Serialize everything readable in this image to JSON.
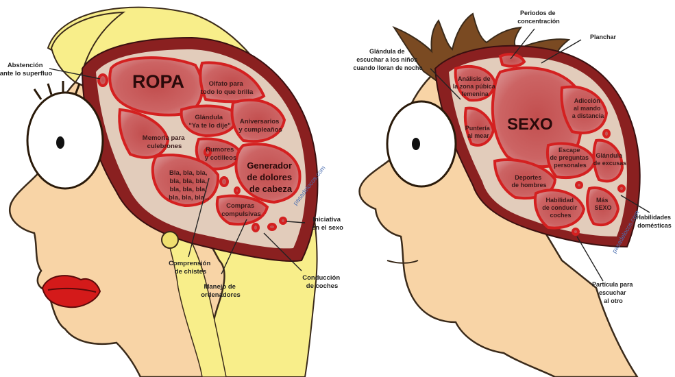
{
  "left_panel": {
    "main_label": "ROPA",
    "regions": {
      "olfato": [
        "Olfato para",
        "todo lo que brilla"
      ],
      "glandula": [
        "Glándula",
        "\"Ya te lo dije\""
      ],
      "aniversarios": [
        "Aniversarios",
        "y cumpleaños"
      ],
      "memoria": [
        "Memoria para",
        "culebrones"
      ],
      "rumores": [
        "Rumores",
        "y cotilleos"
      ],
      "generador": [
        "Generador",
        "de dolores",
        "de cabeza"
      ],
      "bla": [
        "Bla, bla, bla,",
        "bla, bla, bla,",
        "bla, bla, bla,",
        "bla, bla, bla..."
      ],
      "compras": [
        "Compras",
        "compulsivas"
      ]
    },
    "callouts": {
      "abstencion": [
        "Abstención",
        "ante lo superfluo"
      ],
      "iniciativa": [
        "Iniciativa",
        "en el sexo"
      ],
      "comprension": [
        "Comprensión",
        "de chistes"
      ],
      "manejo": [
        "Manejo de",
        "ordenadores"
      ],
      "conduccion": [
        "Conducción",
        "de coches"
      ]
    },
    "watermark": "pasadelocos.com"
  },
  "right_panel": {
    "main_label": "SEXO",
    "regions": {
      "analisis": [
        "Análisis de",
        "la zona púbica",
        "femenina"
      ],
      "punteria": [
        "Puntería",
        "al mear"
      ],
      "adiccion": [
        "Adicción",
        "al mando",
        "a distancia"
      ],
      "escape": [
        "Escape",
        "de preguntas",
        "personales"
      ],
      "glandula_excusas": [
        "Glándula",
        "de excusas"
      ],
      "deportes": [
        "Deportes",
        "de hombres"
      ],
      "habilidad": [
        "Habilidad",
        "de conducir",
        "coches"
      ],
      "mas_sexo": [
        "Más",
        "SEXO"
      ]
    },
    "callouts": {
      "periodos": [
        "Periodos de",
        "concentración"
      ],
      "planchar": [
        "Planchar"
      ],
      "glandula_escuchar": [
        "Glándula de",
        "escuchar a los niños",
        "cuando lloran de noche"
      ],
      "habilidades": [
        "Habilidades",
        "domésticas"
      ],
      "particula": [
        "Partícula para",
        "escuchar",
        "al otro"
      ]
    },
    "watermark": "pasadelocos.com"
  },
  "colors": {
    "skin": "#f8d4a6",
    "skin_outline": "#3a2a1a",
    "hair_blonde": "#f8ee8a",
    "hair_brown": "#7a4a22",
    "brain_bg": "#e2ccbb",
    "lobe_fill": "#c85a5a",
    "lobe_rim": "#d42020",
    "skull": "#8a2020",
    "lips": "#d41a1a"
  }
}
